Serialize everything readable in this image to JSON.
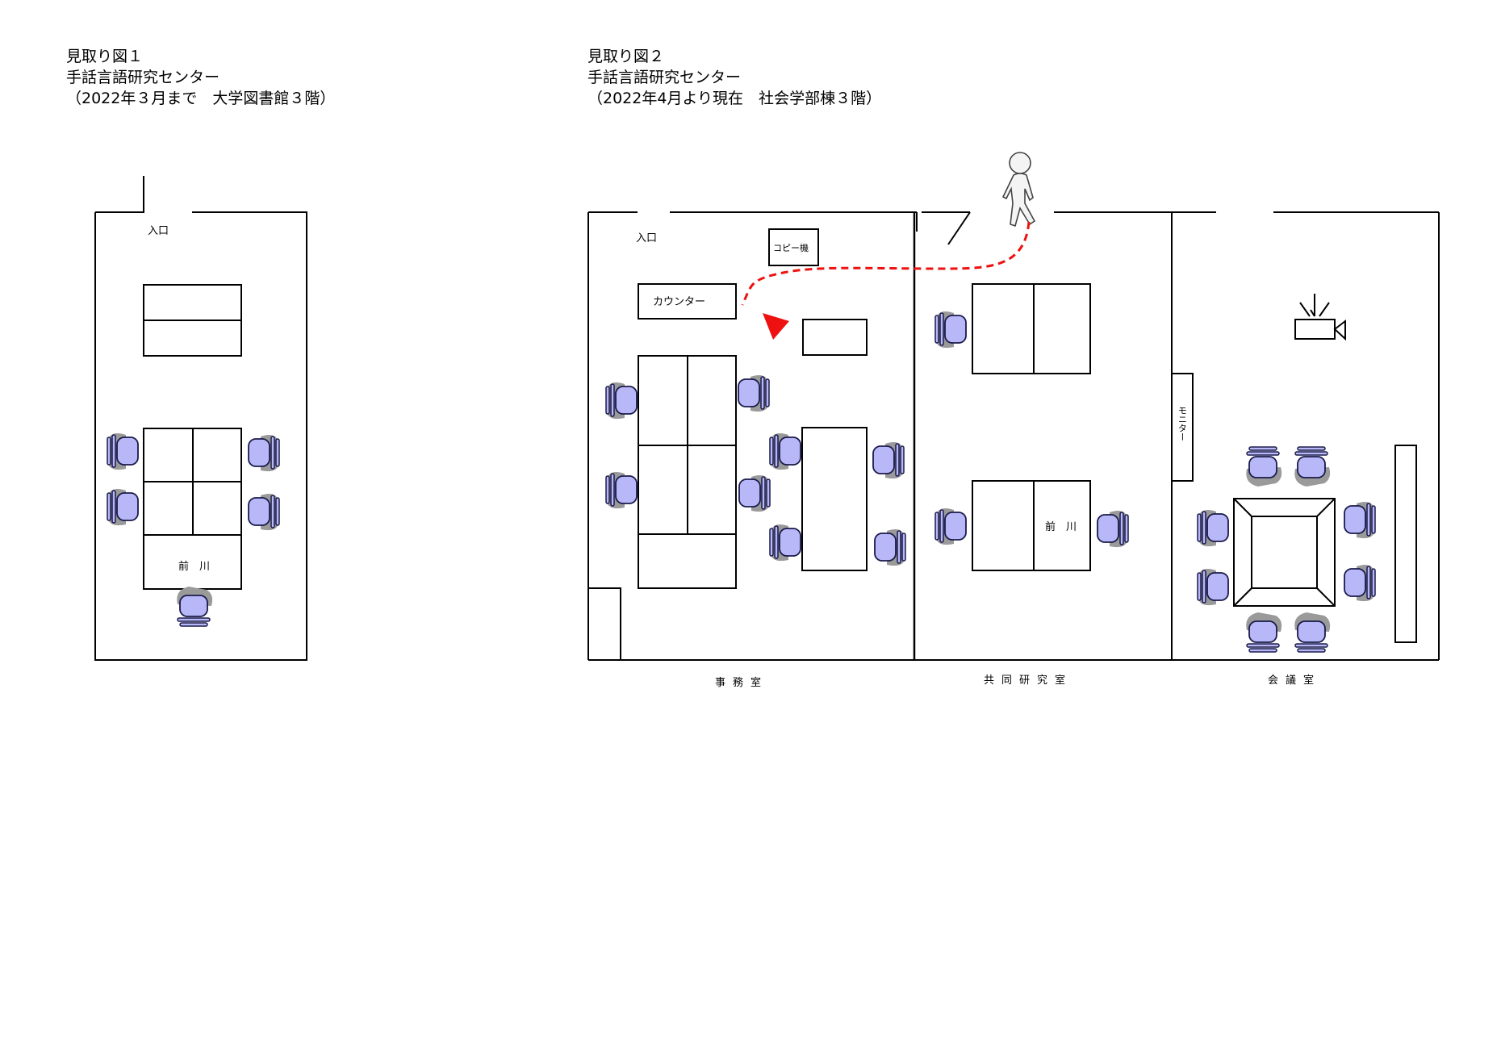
{
  "plan1": {
    "title": "見取り図１",
    "subtitle": "手話言語研究センター",
    "period": "（2022年３月まで　大学図書館３階）",
    "entrance_label": "入口",
    "desk_name_label": "前　川"
  },
  "plan2": {
    "title": "見取り図２",
    "subtitle": "手話言語研究センター",
    "period": "（2022年4月より現在　社会学部棟３階）",
    "entrance_label": "入口",
    "copier_label": "コピー機",
    "counter_label": "カウンター",
    "monitor_label": "モニター",
    "desk_name_label": "前　川",
    "rooms": {
      "office": "事務室",
      "joint_lab": "共同研究室",
      "meeting_room": "会議室"
    }
  },
  "colors": {
    "chair_fill": "#b8b8f8",
    "chair_shadow": "#9a9a9a",
    "arrow": "#ee1111"
  },
  "icons": [
    "walking-person-icon",
    "video-camera-icon",
    "office-chair-icon"
  ]
}
